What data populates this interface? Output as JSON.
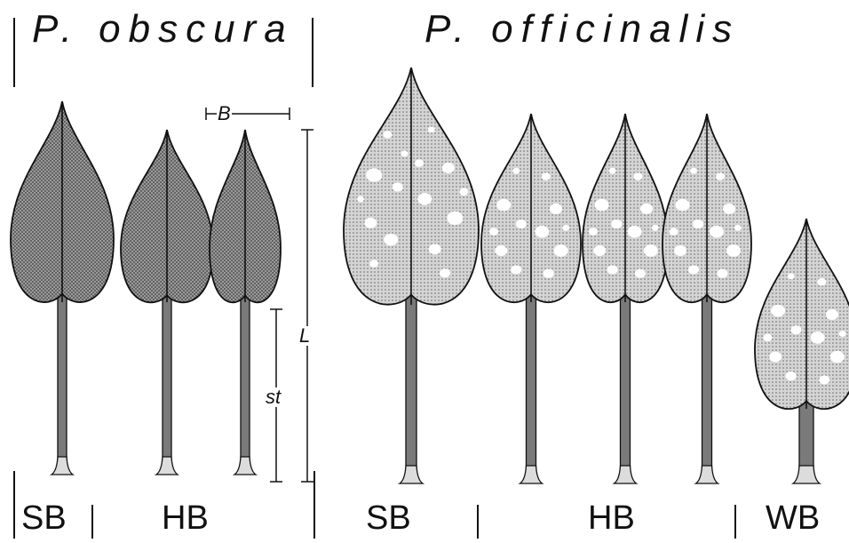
{
  "titles": {
    "left_species": "P. obscura",
    "right_species": "P. officinalis"
  },
  "group_labels": {
    "obscura_sb": "SB",
    "obscura_hb": "HB",
    "officinalis_sb": "SB",
    "officinalis_hb": "HB",
    "officinalis_wb": "WB"
  },
  "dimension_labels": {
    "breadth": "B",
    "length": "L",
    "stalk": "st"
  },
  "colors": {
    "ink": "#111111",
    "obscura_fill": "#8c8c8c",
    "officinalis_fill": "#c9c9c9",
    "spot": "#ffffff"
  }
}
